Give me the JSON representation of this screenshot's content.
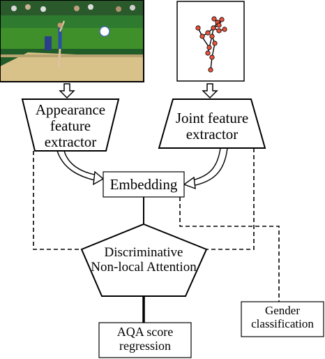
{
  "nodes": {
    "appearance_extractor": "Appearance feature extractor",
    "joint_extractor": "Joint feature extractor",
    "embedding": "Embedding",
    "attention": "Discriminative Non-local Attention",
    "gender": "Gender classification",
    "aqa": "AQA score regression"
  },
  "colors": {
    "stroke": "#000000",
    "joint_marker": "#e8533c",
    "arena_green": "#3f8f2a",
    "floor": "#d9c28a"
  },
  "icons": {
    "video_frame": "gymnast-photo",
    "skeleton": "pose-skeleton-icon"
  }
}
